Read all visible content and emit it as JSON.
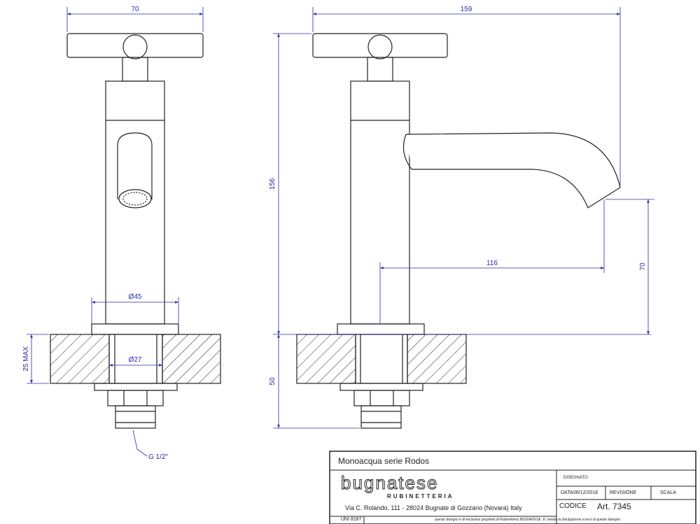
{
  "dimensions": {
    "front_width": "70",
    "front_diameter_body": "Ø45",
    "front_diameter_hole": "Ø27",
    "front_thread": "G 1/2\"",
    "front_max_thickness": "25 MAX",
    "side_length": "159",
    "side_height": "156",
    "side_spout_reach": "116",
    "side_spout_height": "70",
    "side_below_deck": "50"
  },
  "title_block": {
    "product_name": "Monoacqua serie Rodos",
    "brand": "bugnatese",
    "brand_sub": "RUBINETTERIA",
    "address": "Via C. Rolando, 111 - 28024 Bugnate di Gozzano (Novara) Italy",
    "standard": "UNI 8187",
    "disclaimer": "questo disegno è di esclusiva proprietà di Rubinetteria BUGNATESE. E' vietata la divulgazione a terzi di questo disegno",
    "drawn_label": "DISEGNATO",
    "date_label": "DATA",
    "date_value": "06/12/2018",
    "revision_label": "REVISIONE",
    "scale_label": "SCALA",
    "code_label": "CODICE",
    "code_value": "Art. 7345"
  },
  "colors": {
    "line": "#222222",
    "dimension": "#2a2aa8"
  }
}
